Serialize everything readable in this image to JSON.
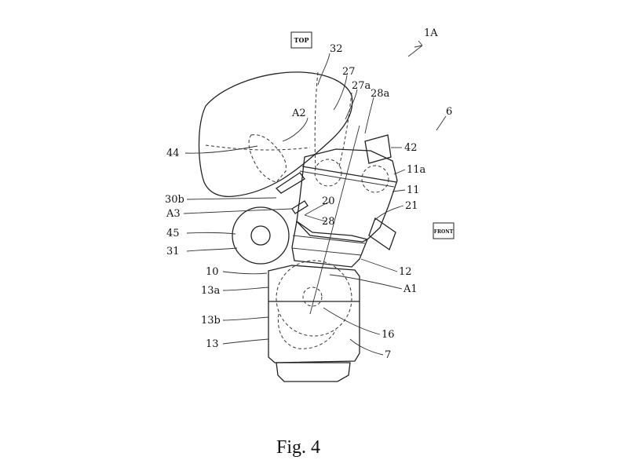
{
  "figure": {
    "caption": "Fig. 4",
    "orientation_badges": {
      "top": "TOP",
      "front": "FRONT"
    },
    "labels": {
      "l1A": "1A",
      "l6": "6",
      "l32": "32",
      "l27": "27",
      "l27a": "27a",
      "l28a": "28a",
      "lA2": "A2",
      "l44": "44",
      "l42": "42",
      "l11a": "11a",
      "l11": "11",
      "l21": "21",
      "l30b": "30b",
      "l20": "20",
      "lA3": "A3",
      "l28": "28",
      "l45": "45",
      "l31": "31",
      "l10": "10",
      "l12": "12",
      "l13a": "13a",
      "lA1": "A1",
      "l13b": "13b",
      "l16": "16",
      "l13": "13",
      "l7": "7"
    }
  }
}
